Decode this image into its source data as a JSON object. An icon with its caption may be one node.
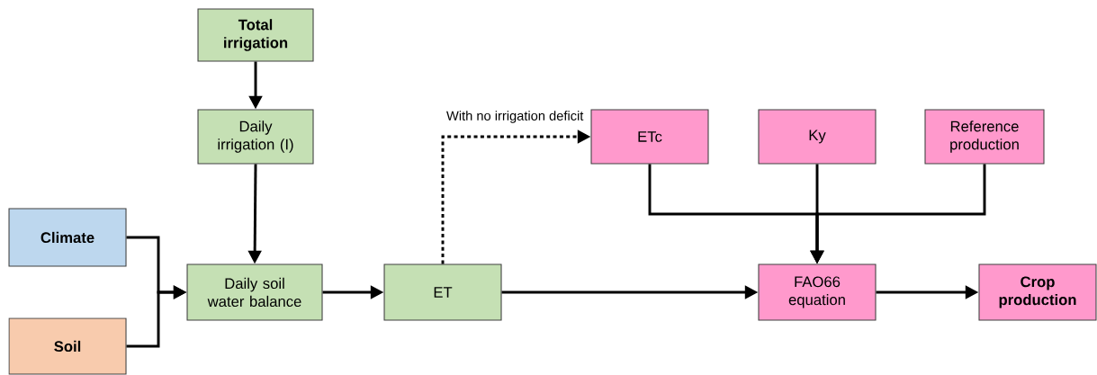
{
  "diagram": {
    "nodes": [
      {
        "text": [
          "Total irrigation"
        ]
      },
      {
        "text": [
          "Daily irrigation (I)"
        ]
      },
      {
        "text": [
          "Climate"
        ]
      },
      {
        "text": [
          "Soil"
        ]
      },
      {
        "text": [
          "Daily soil water balance"
        ]
      },
      {
        "text": [
          "ET"
        ]
      },
      {
        "text": [
          "ETc"
        ]
      },
      {
        "text": [
          "Ky"
        ]
      },
      {
        "text": [
          "Reference production"
        ]
      },
      {
        "text": [
          "FAO66 equation"
        ]
      },
      {
        "text": [
          "Crop production"
        ]
      }
    ],
    "edges": [
      {
        "from": 0,
        "to": 1,
        "arrow": "to"
      },
      {
        "from": 1,
        "to": 4,
        "arrow": "to"
      },
      {
        "from": 2,
        "to": 4,
        "arrow": "to"
      },
      {
        "from": 3,
        "to": 4,
        "arrow": "to"
      },
      {
        "from": 4,
        "to": 5,
        "arrow": "to"
      },
      {
        "from": 5,
        "to": 6,
        "arrow": "to",
        "style": "dashed",
        "label": "With no irrigation deficit"
      },
      {
        "from": 6,
        "to": 9,
        "arrow": "to"
      },
      {
        "from": 7,
        "to": 9,
        "arrow": "to"
      },
      {
        "from": 8,
        "to": 9,
        "arrow": "to"
      },
      {
        "from": 5,
        "to": 9,
        "arrow": "to"
      },
      {
        "from": 9,
        "to": 10,
        "arrow": "to"
      }
    ]
  }
}
